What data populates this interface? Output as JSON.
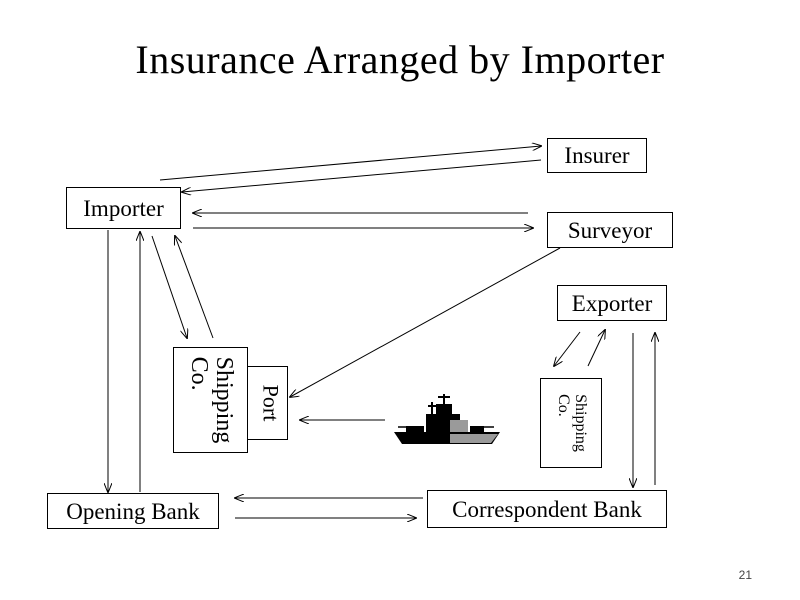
{
  "slide": {
    "title": "Insurance Arranged by Importer",
    "page_number": "21"
  },
  "nodes": {
    "insurer": "Insurer",
    "importer": "Importer",
    "surveyor": "Surveyor",
    "exporter": "Exporter",
    "shipping_left": {
      "line1": "Shipping",
      "line2": "Co."
    },
    "port": "Port",
    "shipping_right": {
      "line1": "Shipping",
      "line2": "Co."
    },
    "opening_bank": "Opening Bank",
    "correspondent_bank": "Correspondent Bank"
  },
  "icons": {
    "ship": "ship-icon"
  }
}
